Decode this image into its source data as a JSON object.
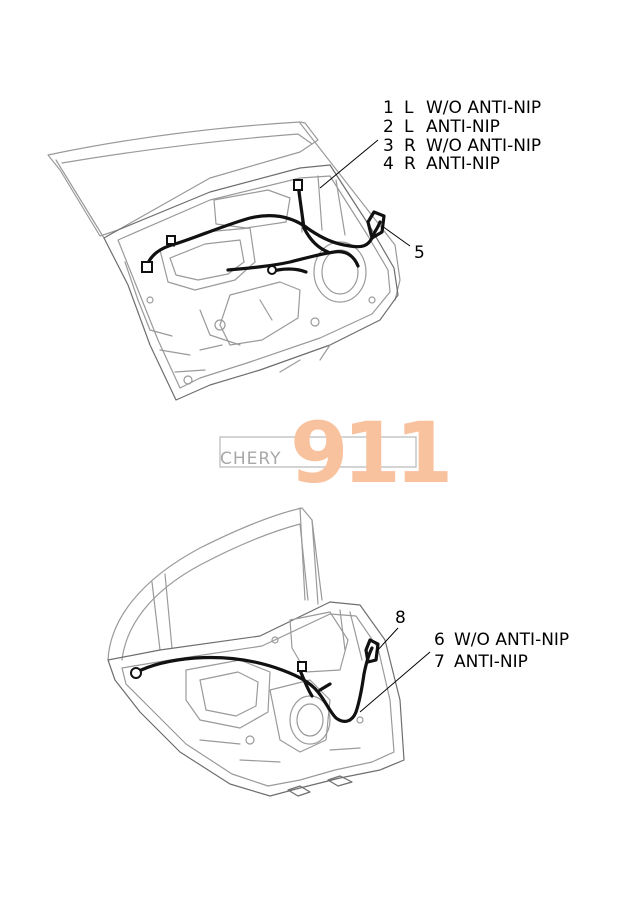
{
  "callouts_top": [
    {
      "num": "1",
      "side": "L",
      "desc": "W/O ANTI-NIP"
    },
    {
      "num": "2",
      "side": "L",
      "desc": "ANTI-NIP"
    },
    {
      "num": "3",
      "side": "R",
      "desc": "W/O ANTI-NIP"
    },
    {
      "num": "4",
      "side": "R",
      "desc": "ANTI-NIP"
    }
  ],
  "callout_5": "5",
  "callouts_bottom": [
    {
      "num": "6",
      "desc": "W/O ANTI-NIP"
    },
    {
      "num": "7",
      "desc": "ANTI-NIP"
    }
  ],
  "callout_8": "8",
  "watermark": {
    "brand": "CHERY",
    "number": "911",
    "brand_color": "#a8a8a8",
    "number_color": "#f9c29e"
  }
}
